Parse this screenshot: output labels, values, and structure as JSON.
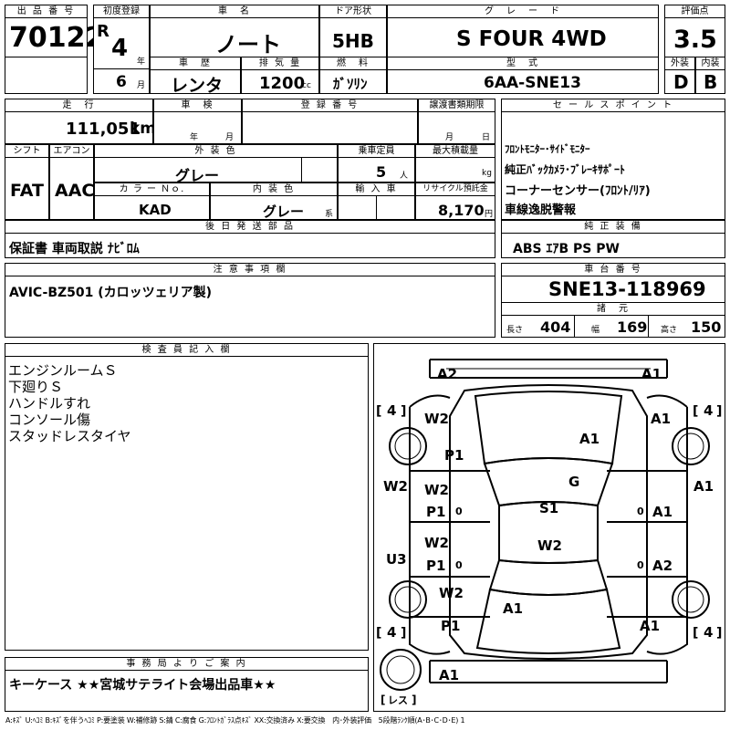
{
  "header": {
    "lot_label": "出 品 番 号",
    "lot_number": "70122",
    "first_reg_label": "初度登録",
    "era": "R",
    "year": "4",
    "year_unit": "年",
    "month": "6",
    "month_unit": "月",
    "car_name_label": "車　名",
    "car_name": "ノート",
    "door_label": "ドア形状",
    "door": "5HB",
    "grade_label": "グ　レ　ー　ド",
    "grade": "S FOUR 4WD",
    "score_label": "評価点",
    "score": "3.5",
    "history_label": "車　歴",
    "history": "レンタ",
    "displacement_label": "排 気 量",
    "displacement": "1200",
    "displacement_unit": "cc",
    "fuel_label": "燃　料",
    "fuel": "ｶﾞｿﾘﾝ",
    "model_label": "型　式",
    "model": "6AA-SNE13",
    "exterior_label": "外装",
    "exterior": "D",
    "interior_label": "内装",
    "interior": "B"
  },
  "info": {
    "mileage_label": "走　行",
    "mileage": "111,051",
    "mileage_unit": "km",
    "inspection_label": "車　検",
    "year_unit": "年",
    "month_unit": "月",
    "reg_label": "登 録 番 号",
    "transfer_label": "譲渡書類期限",
    "day_unit": "日",
    "shift_label": "シフト",
    "shift": "FAT",
    "ac_label": "エアコン",
    "ac": "AAC",
    "color_label": "外 装 色",
    "color": "グレー",
    "capacity_label": "乗車定員",
    "capacity": "5",
    "capacity_unit": "人",
    "load_label": "最大積載量",
    "load_unit": "kg",
    "color_no_label": "カ ラ ー Ｎｏ.",
    "color_no": "KAD",
    "int_color_label": "内 装 色",
    "int_color": "グレー",
    "int_color_unit": "系",
    "import_label": "輸 入 車",
    "recycle_label": "リサイクル預託金",
    "recycle": "8,170",
    "recycle_unit": "円"
  },
  "sales": {
    "label": "セ ー ル ス ポ イ ン ト",
    "lines": [
      "ﾌﾛﾝﾄﾓﾆﾀｰ･ｻｲﾄﾞﾓﾆﾀｰ",
      "純正ﾊﾞｯｸｶﾒﾗ･ﾌﾞﾚｰｷｻﾎﾟｰﾄ",
      "コーナーセンサー(ﾌﾛﾝﾄ/ﾘｱ)",
      "車線逸脱警報"
    ]
  },
  "parts": {
    "label": "後 日 発 送 部 品",
    "value": "保証書 車両取説 ﾅﾋﾞﾛﾑ"
  },
  "equipment": {
    "label": "純 正 装 備",
    "value": "ABS ｴｱB PS PW"
  },
  "notes": {
    "label": "注 意 事 項 欄",
    "value": "AVIC-BZ501 (カロッツェリア製)"
  },
  "chassis": {
    "label": "車 台 番 号",
    "value": "SNE13-118969",
    "spec_label": "諸　元",
    "length_label": "長さ",
    "length": "404",
    "width_label": "幅",
    "width": "169",
    "height_label": "高さ",
    "height": "150"
  },
  "inspector": {
    "label": "検 査 員 記 入 欄",
    "lines": [
      "エンジンルームＳ",
      "下廻りＳ",
      "ハンドルすれ",
      "コンソール傷",
      "スタッドレスタイヤ"
    ]
  },
  "diagram": {
    "marks": {
      "fb_left": "A2",
      "fb_right": "A1",
      "fl_fender": "W2",
      "hood": "A1",
      "fl_door": "P1",
      "fr_fender": "A1",
      "l_pillar": "W2",
      "r_pillar": "A1",
      "fl_door2": "W2",
      "fl_p1": "P1",
      "fl_zero": "0",
      "roof_g": "G",
      "roof_s1": "S1",
      "fr_zero": "0",
      "fr_a1": "A1",
      "rl_w2": "W2",
      "rl_p1": "P1",
      "rl_zero": "0",
      "roof_w2": "W2",
      "rr_zero": "0",
      "rr_a2": "A2",
      "l_u3": "U3",
      "rl_fender": "W2",
      "trunk": "A1",
      "rl_p1b": "P1",
      "rr_fender": "A1",
      "rb": "A1"
    },
    "tires": {
      "fl": "4",
      "fr": "4",
      "rl": "4",
      "rr": "4"
    },
    "spare": "レス"
  },
  "office": {
    "label": "事 務 局 よ り ご 案 内",
    "value": "キーケース ★★宮城サテライト会場出品車★★"
  },
  "legend": "A:ｷｽﾞ U:ﾍｺﾐ B:ｷｽﾞを伴うﾍｺﾐ P:要塗装 W:補修跡 S:錆 C:腐食 G:ﾌﾛﾝﾄｶﾞﾗｽ点ｷｽﾞ XX:交換済み X:要交換　内･外装評価　5段階ﾗﾝｸ順(A･B･C･D･E) 1"
}
